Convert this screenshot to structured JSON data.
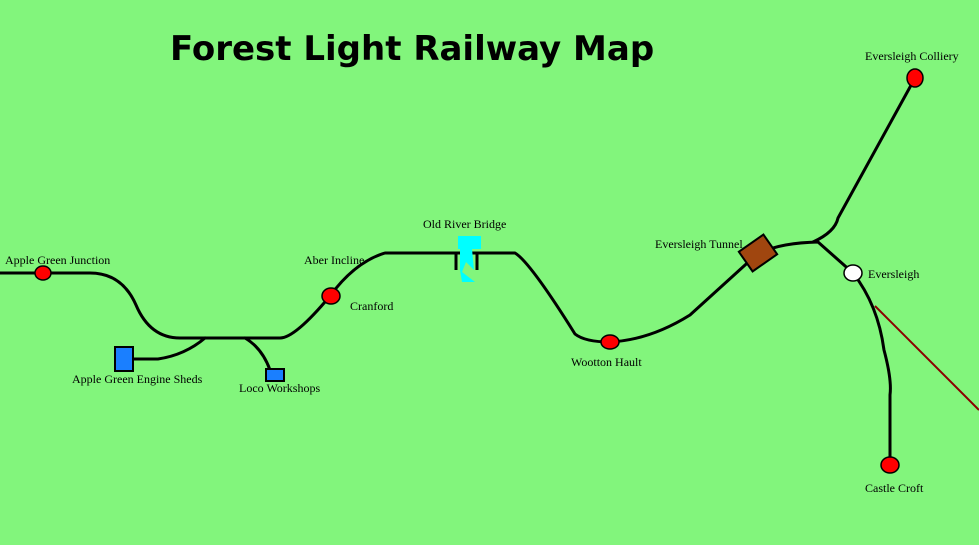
{
  "title": "Forest Light Railway Map",
  "colors": {
    "background": "#82f57c",
    "track": "#000000",
    "branch_line": "#8b0000",
    "station": "#ff0000",
    "junction_station": "#ffffff",
    "shed": "#1a7fff",
    "bridge": "#00ffff",
    "tunnel": "#a0460f"
  },
  "labels": {
    "apple_green_junction": "Apple Green Junction",
    "apple_green_engine_sheds": "Apple Green Engine Sheds",
    "loco_workshops": "Loco Workshops",
    "aber_incline": "Aber Incline",
    "cranford": "Cranford",
    "old_river_bridge": "Old River Bridge",
    "wootton_hault": "Wootton Hault",
    "eversleigh_tunnel": "Eversleigh Tunnel",
    "eversleigh_colliery": "Eversleigh Colliery",
    "eversleigh": "Eversleigh",
    "castle_croft": "Castle Croft"
  }
}
